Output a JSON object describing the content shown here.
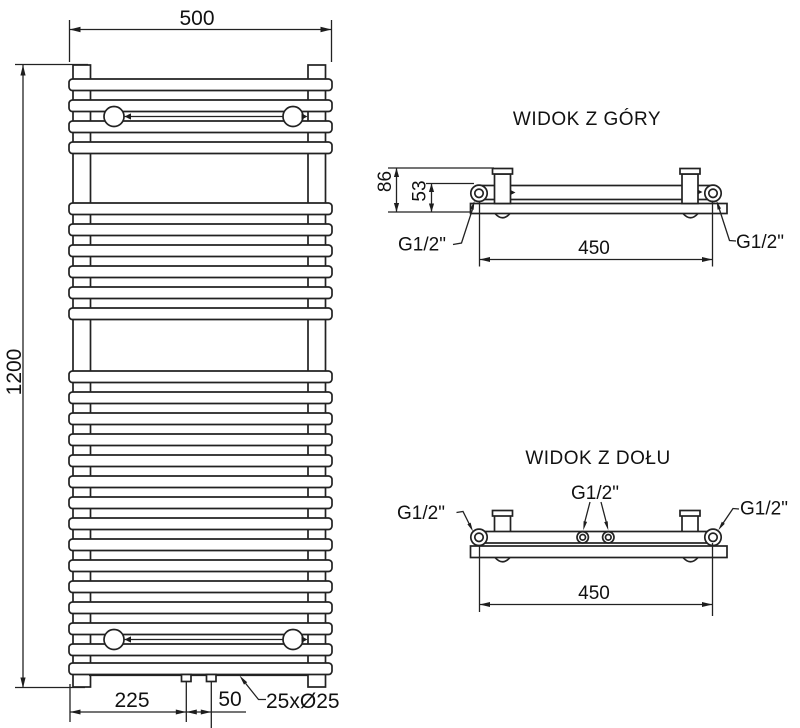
{
  "drawing": {
    "front_view": {
      "width_dim": "500",
      "height_dim": "1200",
      "pipe_offset_dim": "225",
      "pipe_spacing_dim": "50",
      "tube_spec": "25xØ25"
    },
    "top_view": {
      "title": "WIDOK Z GÓRY",
      "depth_dim": "86",
      "pipe_axis_dim": "53",
      "connection_span_dim": "450",
      "left_thread": "G1/2\"",
      "right_thread": "G1/2\""
    },
    "bottom_view": {
      "title": "WIDOK Z DOŁU",
      "left_thread": "G1/2\"",
      "center_thread": "G1/2\"",
      "right_thread": "G1/2\"",
      "connection_span_dim": "450"
    }
  }
}
